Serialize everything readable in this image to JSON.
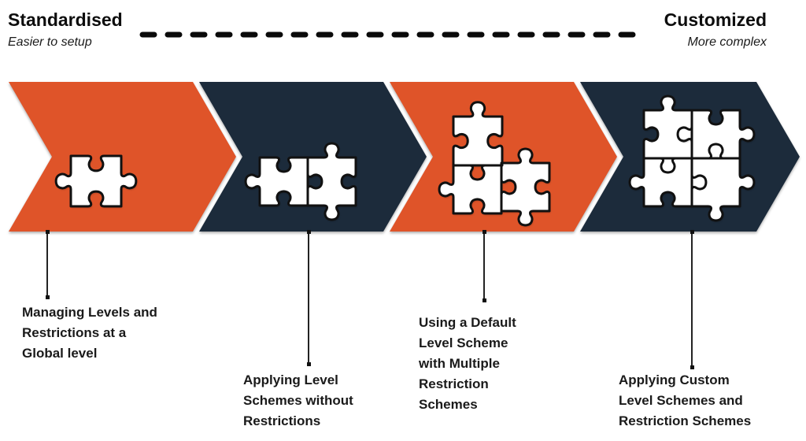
{
  "header": {
    "left": {
      "title": "Standardised",
      "subtitle": "Easier to setup"
    },
    "right": {
      "title": "Customized",
      "subtitle": "More complex"
    }
  },
  "colors": {
    "orange": "#DF5429",
    "navy": "#1C2B3B",
    "divider": "#0a0a0a",
    "connector": "#232323",
    "text": "#1a1a1a",
    "piece_fill": "#ffffff",
    "piece_stroke": "#111111"
  },
  "steps": [
    {
      "index": 1,
      "color": "orange",
      "pieces": 1,
      "icon": "puzzle-1-piece-icon",
      "label_lines": [
        "Managing Levels and",
        "Restrictions at a",
        "Global level"
      ]
    },
    {
      "index": 2,
      "color": "navy",
      "pieces": 2,
      "icon": "puzzle-2-pieces-icon",
      "label_lines": [
        "Applying Level",
        "Schemes without",
        "Restrictions"
      ]
    },
    {
      "index": 3,
      "color": "orange",
      "pieces": 3,
      "icon": "puzzle-3-pieces-icon",
      "label_lines": [
        "Using a Default",
        "Level Scheme",
        "with Multiple",
        "Restriction",
        "Schemes"
      ]
    },
    {
      "index": 4,
      "color": "navy",
      "pieces": 4,
      "icon": "puzzle-4-pieces-icon",
      "label_lines": [
        "Applying Custom",
        "Level Schemes and",
        "Restriction Schemes"
      ]
    }
  ]
}
